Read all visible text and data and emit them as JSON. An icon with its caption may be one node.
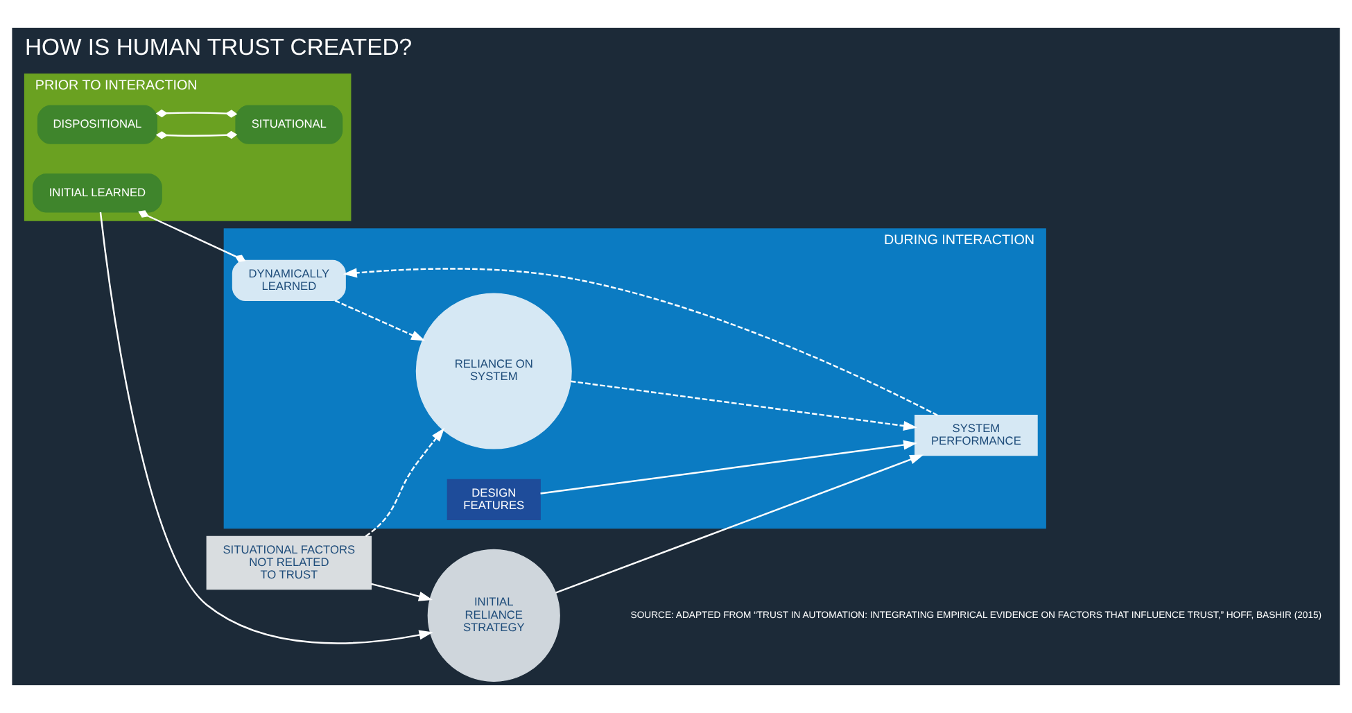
{
  "diagram": {
    "title": "HOW IS HUMAN TRUST CREATED?",
    "caption": "SOURCE: ADAPTED FROM “TRUST IN AUTOMATION: INTEGRATING EMPIRICAL EVIDENCE ON FACTORS THAT INFLUENCE TRUST,” HOFF, BASHIR (2015)",
    "nodes": [
      {
        "text": [
          "PRIOR TO INTERACTION"
        ]
      },
      {
        "text": [
          "DISPOSITIONAL"
        ],
        "in": 0
      },
      {
        "text": [
          "INITIAL LEARNED"
        ],
        "in": 0
      },
      {
        "text": [
          "SITUATIONAL"
        ],
        "in": 0
      },
      {
        "text": [
          "DURING INTERACTION"
        ]
      },
      {
        "text": [
          "RELIANCE ON SYSTEM"
        ],
        "in": 4
      },
      {
        "text": [
          "DYNAMICALLY LEARNED"
        ],
        "in": 4
      },
      {
        "text": [
          "SYSTEM PERFORMANCE"
        ],
        "in": 4
      },
      {
        "text": [
          "DESIGN FEATURES"
        ],
        "in": 4
      },
      {
        "text": [
          "INITIAL RELIANCE STRATEGY"
        ]
      },
      {
        "text": [
          "SITUATIONAL FACTORS NOT RELATED TO TRUST"
        ]
      }
    ],
    "edges": [
      {
        "from": 1,
        "to": 3,
        "arrow": "other"
      },
      {
        "from": 1,
        "to": 3,
        "arrow": "other"
      },
      {
        "from": 2,
        "to": 6,
        "arrow": "other"
      },
      {
        "from": 2,
        "to": 9,
        "arrow": "to"
      },
      {
        "from": 6,
        "to": 5,
        "arrow": "to",
        "style": "dashed"
      },
      {
        "from": 5,
        "to": 7,
        "arrow": "to",
        "style": "dashed"
      },
      {
        "from": 7,
        "to": 6,
        "arrow": "to",
        "style": "dashed"
      },
      {
        "from": 8,
        "to": 7,
        "arrow": "to"
      },
      {
        "from": 9,
        "to": 7,
        "arrow": "to"
      },
      {
        "from": 10,
        "to": 9,
        "arrow": "to"
      },
      {
        "from": 10,
        "to": 5,
        "arrow": "to",
        "style": "dashed"
      }
    ]
  }
}
